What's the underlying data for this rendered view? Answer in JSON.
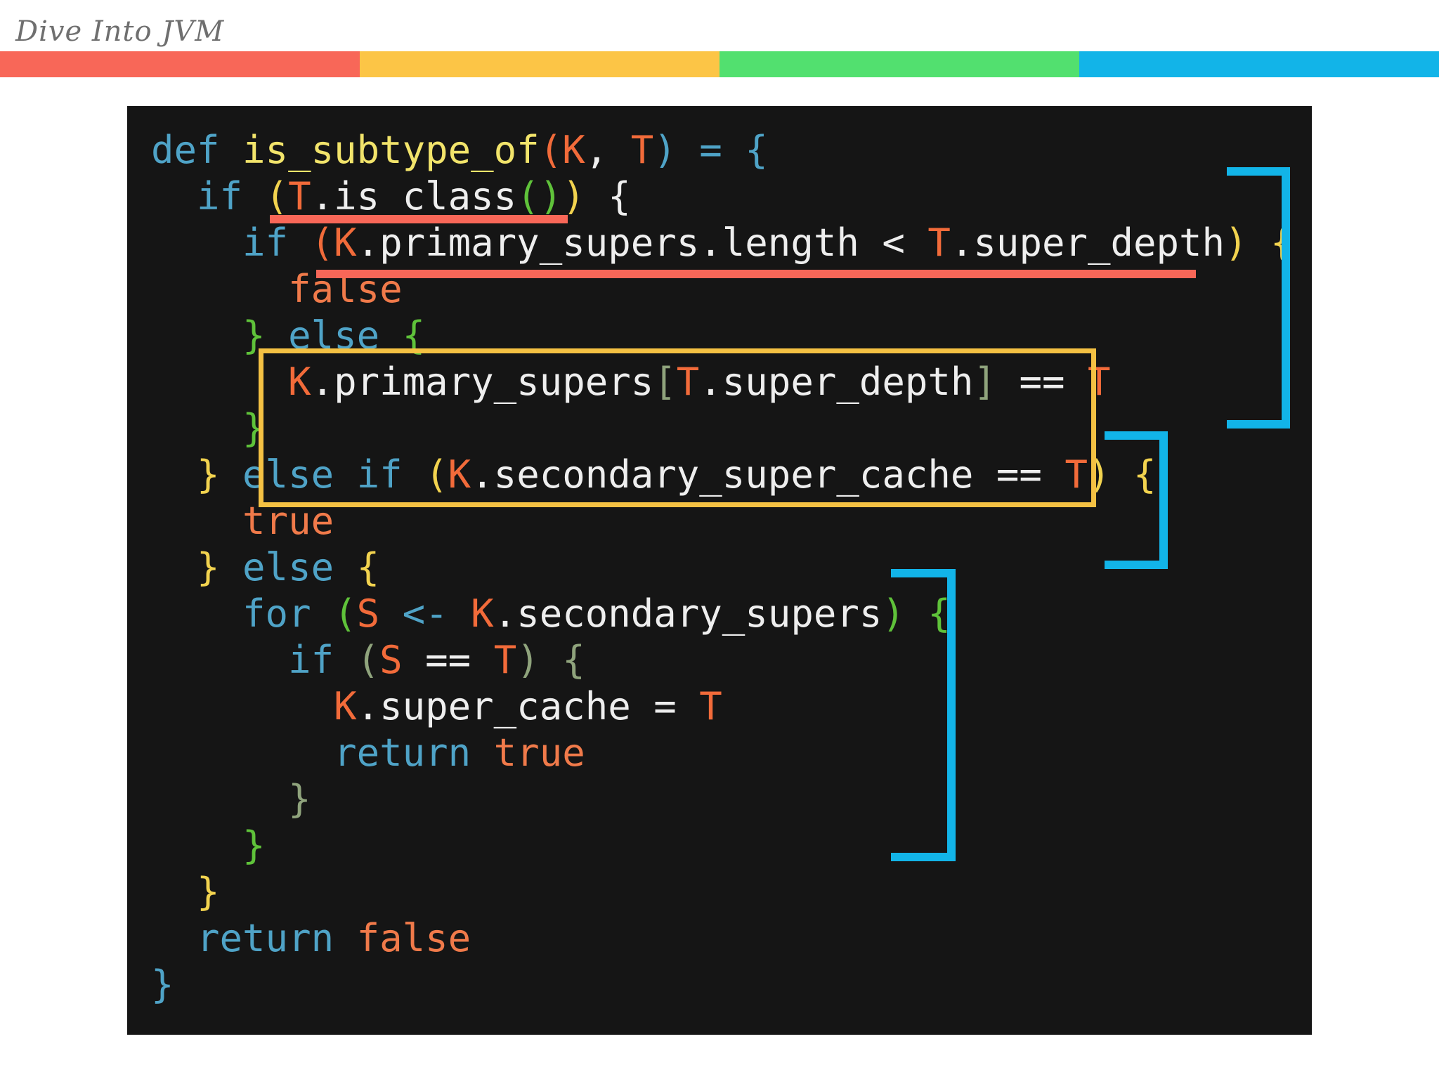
{
  "header": {
    "brand": "Dive Into JVM",
    "stripe_colors": [
      "#f86758",
      "#fcc546",
      "#52e06f",
      "#12b4e8"
    ]
  },
  "code": {
    "lines": [
      [
        {
          "t": "def ",
          "c": "kw"
        },
        {
          "t": "is_subtype_of",
          "c": "fn"
        },
        {
          "t": "(",
          "c": "par"
        },
        {
          "t": "K",
          "c": "par"
        },
        {
          "t": ", ",
          "c": "id"
        },
        {
          "t": "T",
          "c": "par"
        },
        {
          "t": ") = {",
          "c": "kw"
        }
      ],
      [
        {
          "t": "  if ",
          "c": "kw"
        },
        {
          "t": "(",
          "c": "yel"
        },
        {
          "t": "T",
          "c": "par"
        },
        {
          "t": ".is_class",
          "c": "id"
        },
        {
          "t": "()",
          "c": "grn"
        },
        {
          "t": ")",
          "c": "yel"
        },
        {
          "t": " {",
          "c": "id"
        }
      ],
      [
        {
          "t": "    if ",
          "c": "kw"
        },
        {
          "t": "(",
          "c": "par"
        },
        {
          "t": "K",
          "c": "par"
        },
        {
          "t": ".primary_supers.length < ",
          "c": "id"
        },
        {
          "t": "T",
          "c": "par"
        },
        {
          "t": ".super_depth",
          "c": "id"
        },
        {
          "t": ") {",
          "c": "yel"
        }
      ],
      [
        {
          "t": "      false",
          "c": "lit"
        }
      ],
      [
        {
          "t": "    } ",
          "c": "grn"
        },
        {
          "t": "else ",
          "c": "kw"
        },
        {
          "t": "{",
          "c": "grn"
        }
      ],
      [
        {
          "t": "      K",
          "c": "par"
        },
        {
          "t": ".primary_supers",
          "c": "id"
        },
        {
          "t": "[",
          "c": "dim"
        },
        {
          "t": "T",
          "c": "par"
        },
        {
          "t": ".super_depth",
          "c": "id"
        },
        {
          "t": "]",
          "c": "dim"
        },
        {
          "t": " == ",
          "c": "op"
        },
        {
          "t": "T",
          "c": "par"
        }
      ],
      [
        {
          "t": "    }",
          "c": "grn"
        }
      ],
      [
        {
          "t": "  } ",
          "c": "yel"
        },
        {
          "t": "else if ",
          "c": "kw"
        },
        {
          "t": "(",
          "c": "yel"
        },
        {
          "t": "K",
          "c": "par"
        },
        {
          "t": ".secondary_super_cache == ",
          "c": "id"
        },
        {
          "t": "T",
          "c": "par"
        },
        {
          "t": ")",
          "c": "yel"
        },
        {
          "t": " {",
          "c": "yel"
        }
      ],
      [
        {
          "t": "    true",
          "c": "lit"
        }
      ],
      [
        {
          "t": "  } ",
          "c": "yel"
        },
        {
          "t": "else ",
          "c": "kw"
        },
        {
          "t": "{",
          "c": "yel"
        }
      ],
      [
        {
          "t": "    for ",
          "c": "kw"
        },
        {
          "t": "(",
          "c": "grn"
        },
        {
          "t": "S",
          "c": "par"
        },
        {
          "t": " <- ",
          "c": "kw"
        },
        {
          "t": "K",
          "c": "par"
        },
        {
          "t": ".secondary_supers",
          "c": "id"
        },
        {
          "t": ")",
          "c": "grn"
        },
        {
          "t": " {",
          "c": "grn"
        }
      ],
      [
        {
          "t": "      if ",
          "c": "kw"
        },
        {
          "t": "(",
          "c": "dim"
        },
        {
          "t": "S",
          "c": "par"
        },
        {
          "t": " == ",
          "c": "op"
        },
        {
          "t": "T",
          "c": "par"
        },
        {
          "t": ") {",
          "c": "dim"
        }
      ],
      [
        {
          "t": "        K",
          "c": "par"
        },
        {
          "t": ".super_cache = ",
          "c": "id"
        },
        {
          "t": "T",
          "c": "par"
        }
      ],
      [
        {
          "t": "        return ",
          "c": "kw"
        },
        {
          "t": "true",
          "c": "lit"
        }
      ],
      [
        {
          "t": "      }",
          "c": "dim"
        }
      ],
      [
        {
          "t": "    }",
          "c": "grn"
        }
      ],
      [
        {
          "t": "  }",
          "c": "yel"
        }
      ],
      [
        {
          "t": "  return ",
          "c": "kw"
        },
        {
          "t": "false",
          "c": "lit"
        }
      ],
      [
        {
          "t": "}",
          "c": "kw"
        }
      ]
    ]
  },
  "annotations": {
    "underline_color": "#f86758",
    "bracket_color": "#12b4e8",
    "box_color": "#f4c143"
  }
}
